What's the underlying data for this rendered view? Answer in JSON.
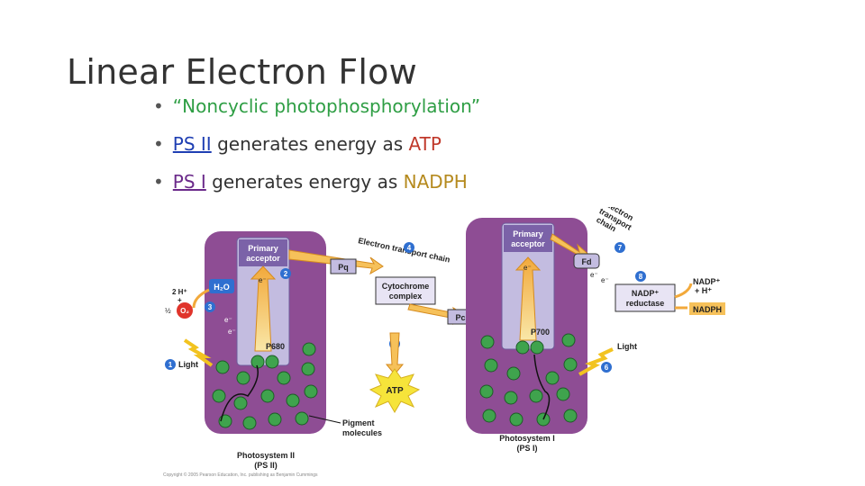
{
  "slide": {
    "title": "Linear Electron Flow",
    "bullets": [
      {
        "text": "“Noncyclic photophosphorylation”"
      },
      {
        "prefix": "PS II",
        "rest": " generates energy as ",
        "accent": "ATP"
      },
      {
        "prefix": "PS I",
        "rest": " generates energy as ",
        "accent": "NADPH"
      }
    ]
  },
  "diagram": {
    "ps2_acceptor": [
      "Primary",
      "acceptor"
    ],
    "ps1_acceptor": [
      "Primary",
      "acceptor"
    ],
    "ps2_label": [
      "Photosystem II",
      "(PS II)"
    ],
    "ps1_label": [
      "Photosystem I",
      "(PS I)"
    ],
    "p680": "P680",
    "p700": "P700",
    "pq": "Pq",
    "pc": "Pc",
    "fd": "Fd",
    "cytochrome": [
      "Cytochrome",
      "complex"
    ],
    "etc_label_1": "Electron transport chain",
    "etc_label_2": [
      "Electron",
      "transport",
      "chain"
    ],
    "nadp_reductase": [
      "NADP⁺",
      "reductase"
    ],
    "nadp_plus": [
      "NADP⁺",
      "+ H⁺"
    ],
    "nadph": "NADPH",
    "atp": "ATP",
    "light_left": "Light",
    "light_right": "Light",
    "h2o": "H₂O",
    "two_h": "2 H⁺",
    "plus": "+",
    "half_o2": "½",
    "o2": "O₂",
    "pigment": [
      "Pigment",
      "molecules"
    ],
    "electron": "e⁻",
    "steps": [
      "1",
      "2",
      "3",
      "4",
      "5",
      "6",
      "7",
      "8"
    ],
    "copyright": "Copyright © 2005 Pearson Education, Inc. publishing as Benjamin Cummings"
  },
  "colors": {
    "membrane": "#8e4d94",
    "panel": "#c3bce0",
    "arrow": "#f6c15a",
    "pigment": "#3fa34d",
    "badge": "#2f6fd0",
    "title_green": "#2e9e44",
    "atp_red": "#c0392b",
    "nadph_gold": "#b58a1e"
  }
}
